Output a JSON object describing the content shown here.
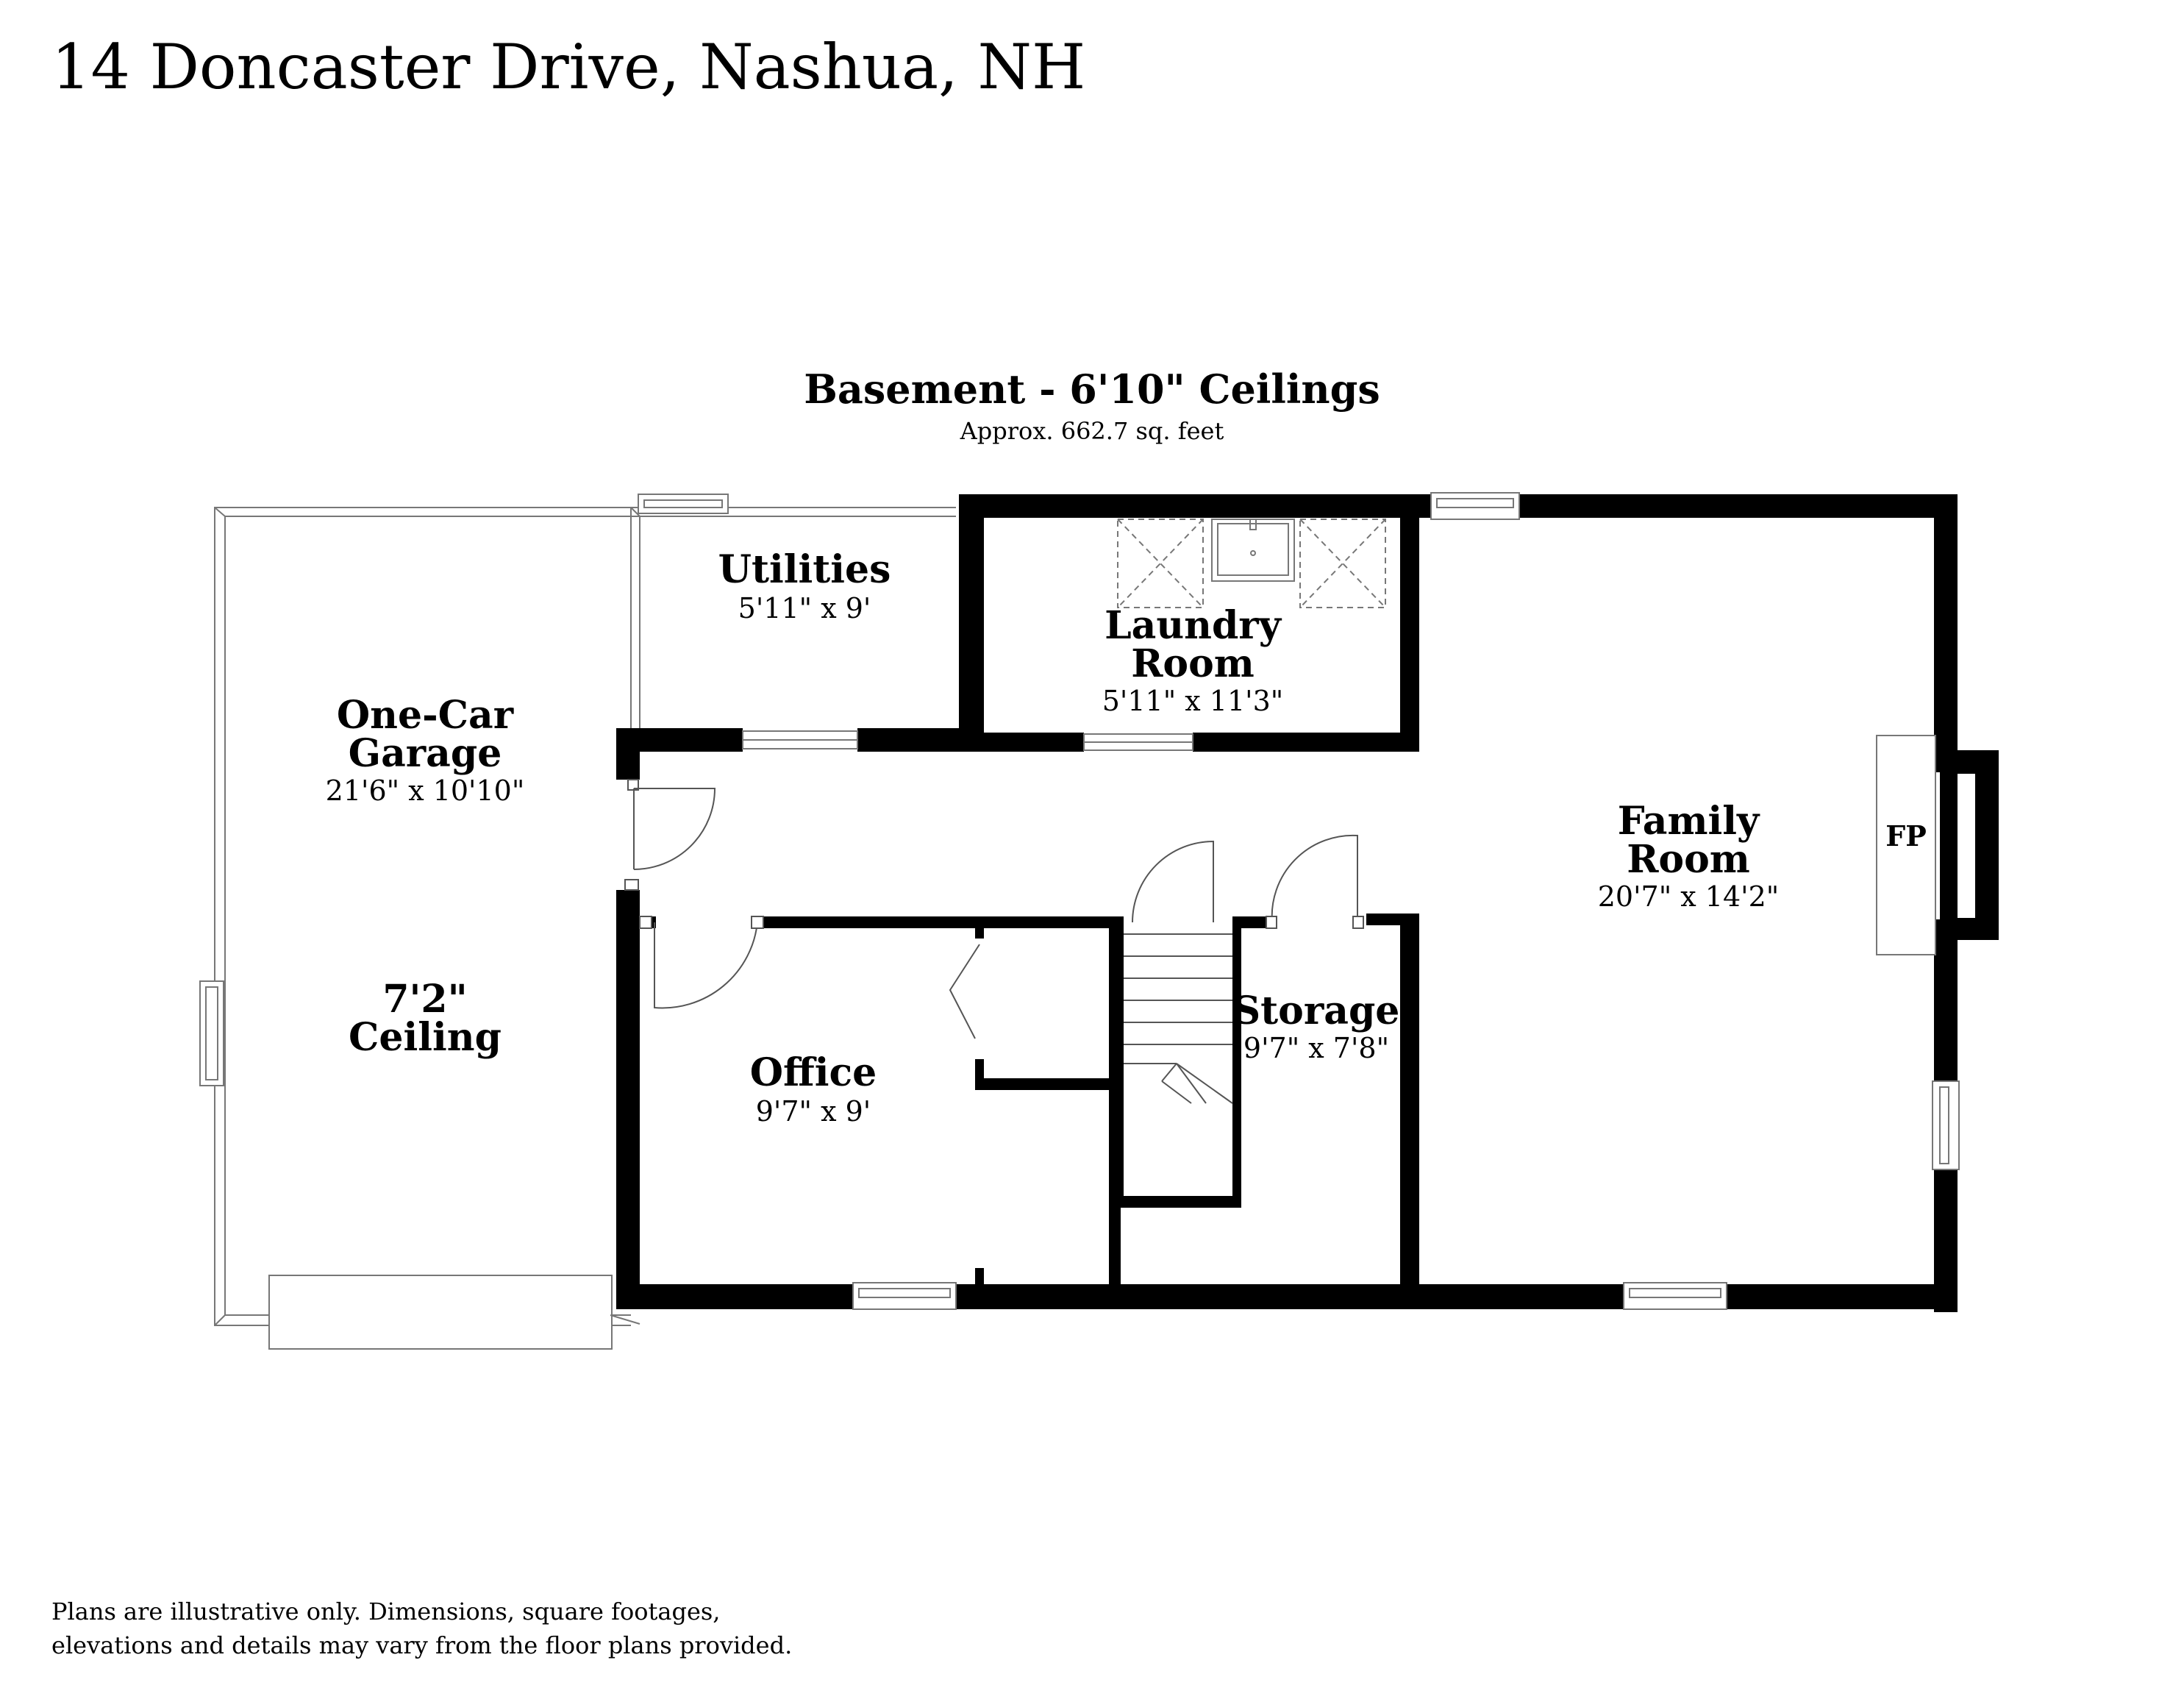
{
  "address": "14 Doncaster Drive, Nashua, NH",
  "floor": {
    "title": "Basement - 6'10\" Ceilings",
    "area": "Approx. 662.7 sq. feet"
  },
  "rooms": {
    "garage": {
      "name_line1": "One-Car",
      "name_line2": "Garage",
      "dims": "21'6\" x 10'10\"",
      "ceiling_line1": "7'2\"",
      "ceiling_line2": "Ceiling"
    },
    "utilities": {
      "name": "Utilities",
      "dims": "5'11\" x 9'"
    },
    "laundry": {
      "name_line1": "Laundry",
      "name_line2": "Room",
      "dims": "5'11\" x 11'3\""
    },
    "family": {
      "name_line1": "Family",
      "name_line2": "Room",
      "dims": "20'7\" x 14'2\""
    },
    "fireplace": {
      "label": "FP"
    },
    "office": {
      "name": "Office",
      "dims": "9'7\" x 9'"
    },
    "storage": {
      "name": "Storage",
      "dims": "9'7\" x 7'8\""
    }
  },
  "disclaimer": {
    "line1": "Plans are illustrative only. Dimensions, square footages,",
    "line2": "elevations and details may vary from the floor plans provided."
  }
}
